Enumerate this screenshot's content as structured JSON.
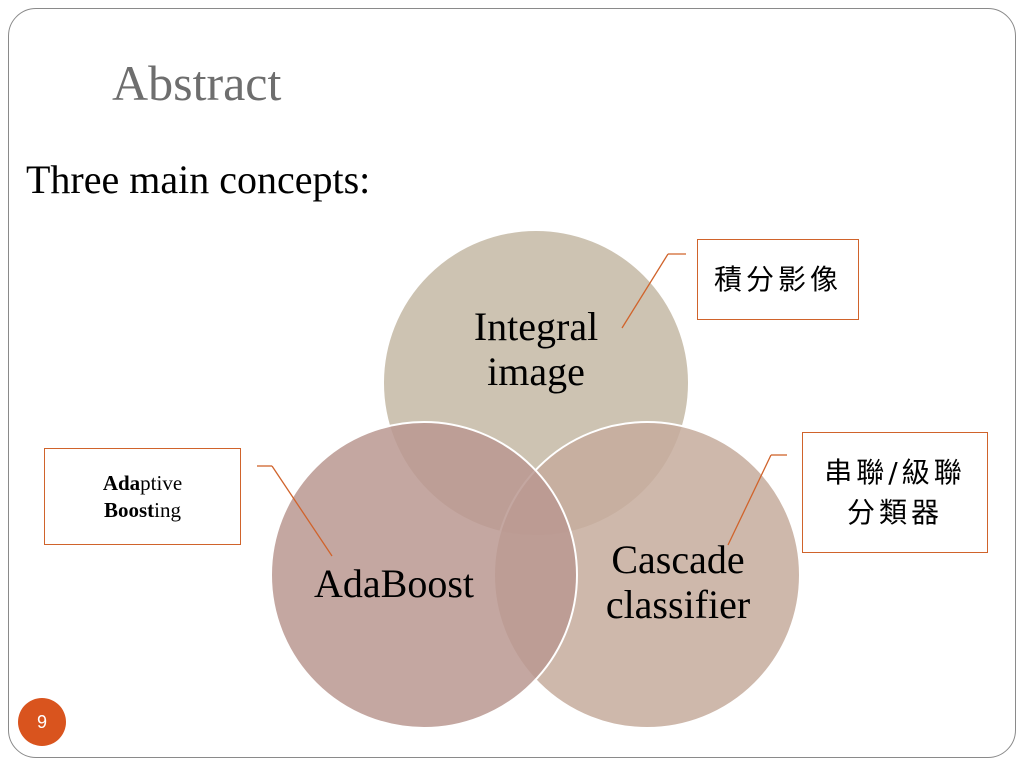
{
  "slide": {
    "title": "Abstract",
    "subtitle": "Three main concepts:",
    "page_number": "9"
  },
  "venn": {
    "circles": [
      {
        "id": "integral",
        "line1": "Integral",
        "line2": "image",
        "color": "#cdc2b1"
      },
      {
        "id": "adaboost",
        "line1": "AdaBoost",
        "color": "#c8aba4"
      },
      {
        "id": "cascade",
        "line1": "Cascade",
        "line2": "classifier",
        "color": "#d0b9ac"
      }
    ]
  },
  "callouts": {
    "integral_note": "積分影像",
    "cascade_note_line1": "串聯/級聯",
    "cascade_note_line2": "分類器",
    "adaboost_note": {
      "line1_bold": "Ada",
      "line1_rest": "ptive",
      "line2_bold": "Boost",
      "line2_rest": "ing"
    },
    "border_color": "#d0632b"
  }
}
